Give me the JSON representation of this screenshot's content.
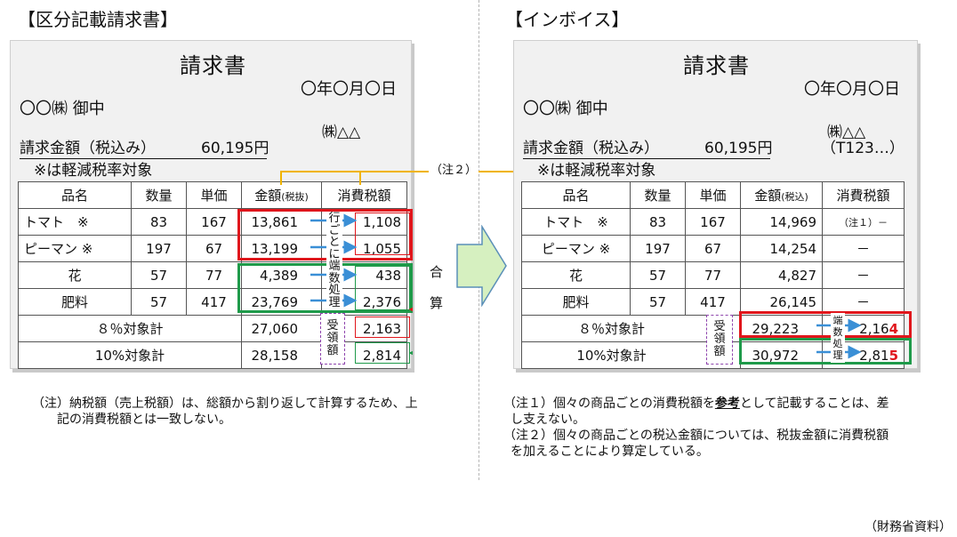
{
  "left": {
    "section_title": "【区分記載請求書】",
    "doc": {
      "title": "請求書",
      "date": "〇年〇月〇日",
      "addressee": "〇〇㈱ 御中",
      "issuer": "㈱△△",
      "amount_label": "請求金額（税込み）",
      "amount_value": "60,195円",
      "reduced_note": "※は軽減税率対象"
    },
    "table": {
      "headers": [
        "品名",
        "数量",
        "単価",
        "金額",
        "消費税額"
      ],
      "amount_header_suffix": "(税抜)",
      "rows": [
        {
          "name": "トマト　※",
          "qty": "83",
          "price": "167",
          "amount": "13,861",
          "tax": "1,108"
        },
        {
          "name": "ピーマン ※",
          "qty": "197",
          "price": "67",
          "amount": "13,199",
          "tax": "1,055"
        },
        {
          "name": "花",
          "qty": "57",
          "price": "77",
          "amount": "4,389",
          "tax": "438"
        },
        {
          "name": "肥料",
          "qty": "57",
          "price": "417",
          "amount": "23,769",
          "tax": "2,376"
        }
      ],
      "totals": [
        {
          "label": "８％対象計",
          "amount": "27,060",
          "tax": "2,163"
        },
        {
          "label": "10%対象計",
          "amount": "28,158",
          "tax": "2,814"
        }
      ]
    },
    "rounding_vertical": [
      "行",
      "ご",
      "と",
      "に",
      "端",
      "数",
      "処",
      "理"
    ],
    "received_vertical": [
      "受",
      "領",
      "額"
    ],
    "sum_vertical": [
      "合",
      "算"
    ],
    "note": "（注）納税額（売上税額）は、総額から割り返して計算するため、上\n　　記の消費税額とは一致しない。"
  },
  "right": {
    "section_title": "【インボイス】",
    "doc": {
      "title": "請求書",
      "date": "〇年〇月〇日",
      "addressee": "〇〇㈱ 御中",
      "issuer": "㈱△△",
      "issuer_reg": "（T123…）",
      "amount_label": "請求金額（税込み）",
      "amount_value": "60,195円",
      "reduced_note": "※は軽減税率対象"
    },
    "table": {
      "headers": [
        "品名",
        "数量",
        "単価",
        "金額",
        "消費税額"
      ],
      "amount_header_suffix": "(税込)",
      "rows": [
        {
          "name": "トマト　※",
          "qty": "83",
          "price": "167",
          "amount": "14,969",
          "tax": "（注１）－"
        },
        {
          "name": "ピーマン ※",
          "qty": "197",
          "price": "67",
          "amount": "14,254",
          "tax": "－"
        },
        {
          "name": "花",
          "qty": "57",
          "price": "77",
          "amount": "4,827",
          "tax": "－"
        },
        {
          "name": "肥料",
          "qty": "57",
          "price": "417",
          "amount": "26,145",
          "tax": "－"
        }
      ],
      "totals": [
        {
          "label": "８％対象計",
          "amount": "29,223",
          "tax_main": "2,16",
          "tax_last": "4"
        },
        {
          "label": "10%対象計",
          "amount": "30,972",
          "tax_main": "2,81",
          "tax_last": "5"
        }
      ]
    },
    "rounding_vertical": [
      "端",
      "数",
      "処",
      "理"
    ],
    "received_vertical": [
      "受",
      "領",
      "額"
    ],
    "note1_prefix": "（注１）個々の商品ごとの消費税額を",
    "note1_emph": "参考",
    "note1_suffix": "として記載することは、差",
    "note1_line2": "し支えない。",
    "note2_line1": "（注２）個々の商品ごとの税込金額については、税抜金額に消費税額",
    "note2_line2": "を加えることにより算定している。"
  },
  "connector_label": "（注２）",
  "source": "（財務省資料）",
  "colors": {
    "red": "#e0161c",
    "green": "#1f9a4a",
    "orange": "#f0b400",
    "blue": "#3a8fd6",
    "purple": "#8e44ad",
    "arrow_fill": "#d6f0c0"
  }
}
